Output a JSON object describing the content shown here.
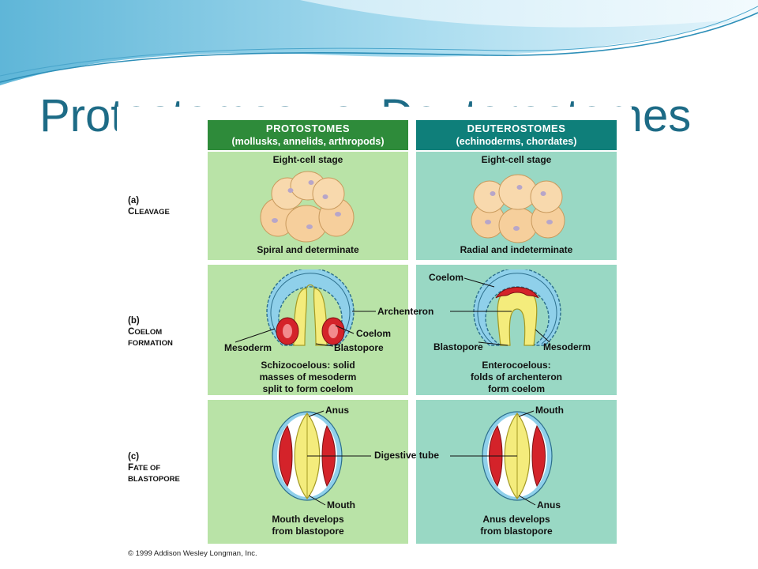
{
  "slide": {
    "title": "Protostomes vs. Deuterostomes"
  },
  "columns": {
    "proto": {
      "header": "PROTOSTOMES",
      "subheader": "(mollusks, annelids, arthropods)"
    },
    "deutero": {
      "header": "DEUTEROSTOMES",
      "subheader": "(echinoderms, chordates)"
    }
  },
  "rows": {
    "cleavage": {
      "letter": "(a)",
      "title_cap": "C",
      "title_rest": "LEAVAGE"
    },
    "coelom": {
      "letter": "(b)",
      "line1_cap": "C",
      "line1_rest": "OELOM",
      "line2": "FORMATION"
    },
    "fate": {
      "letter": "(c)",
      "line1_cap": "F",
      "line1_rest": "ATE OF",
      "line2": "BLASTOPORE"
    }
  },
  "cleavage": {
    "proto": {
      "stage": "Eight-cell stage",
      "caption": "Spiral and determinate"
    },
    "deutero": {
      "stage": "Eight-cell stage",
      "caption": "Radial and indeterminate"
    }
  },
  "coelom": {
    "archenteron": "Archenteron",
    "proto": {
      "coelom": "Coelom",
      "mesoderm": "Mesoderm",
      "blastopore": "Blastopore",
      "caption_1": "Schizocoelous: solid",
      "caption_2": "masses of mesoderm",
      "caption_3": "split to form coelom"
    },
    "deutero": {
      "coelom": "Coelom",
      "mesoderm": "Mesoderm",
      "blastopore": "Blastopore",
      "caption_1": "Enterocoelous:",
      "caption_2": "folds of archenteron",
      "caption_3": "form coelom"
    }
  },
  "fate": {
    "digestive_tube": "Digestive tube",
    "proto": {
      "top": "Anus",
      "bottom": "Mouth",
      "caption_1": "Mouth develops",
      "caption_2": "from blastopore"
    },
    "deutero": {
      "top": "Mouth",
      "bottom": "Anus",
      "caption_1": "Anus develops",
      "caption_2": "from blastopore"
    }
  },
  "copyright": "© 1999 Addison Wesley Longman, Inc.",
  "colors": {
    "title": "#1d6b86",
    "proto_header": "#2e8b3a",
    "deutero_header": "#0f7f7a",
    "proto_bg": "#b9e3a7",
    "deutero_bg": "#99d8c4",
    "cell_fill": "#f6cf9c",
    "ectoderm": "#8fd0ea",
    "endoderm": "#f4ec7c",
    "mesoderm": "#d4232a"
  }
}
